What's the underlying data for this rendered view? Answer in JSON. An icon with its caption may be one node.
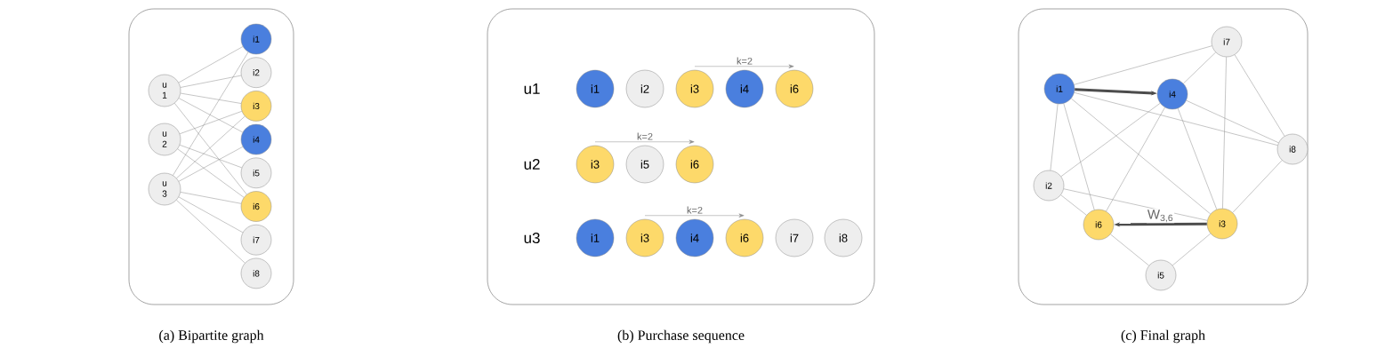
{
  "diagram": {
    "nodes": [
      {
        "text": [],
        "shape": "box",
        "beside": [
          "(a) Bipartite graph"
        ]
      },
      {
        "text": [
          "u 1"
        ],
        "in": 0
      },
      {
        "text": [
          "u 2"
        ],
        "in": 0
      },
      {
        "text": [
          "u 3"
        ],
        "in": 0
      },
      {
        "text": [
          "i1"
        ],
        "in": 0
      },
      {
        "text": [
          "i2"
        ],
        "in": 0
      },
      {
        "text": [
          "i3"
        ],
        "in": 0
      },
      {
        "text": [
          "i4"
        ],
        "in": 0
      },
      {
        "text": [
          "i5"
        ],
        "in": 0
      },
      {
        "text": [
          "i6"
        ],
        "in": 0
      },
      {
        "text": [
          "i7"
        ],
        "in": 0
      },
      {
        "text": [
          "i8"
        ],
        "in": 0
      },
      {
        "text": [],
        "shape": "box",
        "beside": [
          "(b) Purchase sequence"
        ]
      },
      {
        "text": [
          "i1"
        ],
        "in": 12
      },
      {
        "text": [
          "i2"
        ],
        "in": 12
      },
      {
        "text": [
          "i3"
        ],
        "in": 12
      },
      {
        "text": [
          "i4"
        ],
        "in": 12
      },
      {
        "text": [
          "i6"
        ],
        "in": 12
      },
      {
        "text": [
          "i3"
        ],
        "in": 12
      },
      {
        "text": [
          "i5"
        ],
        "in": 12
      },
      {
        "text": [
          "i6"
        ],
        "in": 12
      },
      {
        "text": [
          "i1"
        ],
        "in": 12
      },
      {
        "text": [
          "i3"
        ],
        "in": 12
      },
      {
        "text": [
          "i4"
        ],
        "in": 12
      },
      {
        "text": [
          "i6"
        ],
        "in": 12
      },
      {
        "text": [
          "i7"
        ],
        "in": 12
      },
      {
        "text": [
          "i8"
        ],
        "in": 12
      },
      {
        "text": [],
        "shape": "box",
        "beside": [
          "(c) Final graph"
        ]
      },
      {
        "text": [
          "i7"
        ],
        "in": 27
      },
      {
        "text": [
          "i1"
        ],
        "in": 27
      },
      {
        "text": [
          "i4"
        ],
        "in": 27
      },
      {
        "text": [
          "i8"
        ],
        "in": 27
      },
      {
        "text": [
          "i2"
        ],
        "in": 27
      },
      {
        "text": [
          "i6"
        ],
        "in": 27
      },
      {
        "text": [
          "i3"
        ],
        "in": 27
      },
      {
        "text": [
          "i5"
        ],
        "in": 27
      }
    ],
    "edges": [
      {
        "from": 1,
        "to": 4,
        "arrow": "none"
      },
      {
        "from": 1,
        "to": 5,
        "arrow": "none"
      },
      {
        "from": 1,
        "to": 6,
        "arrow": "none"
      },
      {
        "from": 1,
        "to": 7,
        "arrow": "none"
      },
      {
        "from": 1,
        "to": 9,
        "arrow": "none"
      },
      {
        "from": 2,
        "to": 6,
        "arrow": "none"
      },
      {
        "from": 2,
        "to": 8,
        "arrow": "none"
      },
      {
        "from": 2,
        "to": 9,
        "arrow": "none"
      },
      {
        "from": 3,
        "to": 4,
        "arrow": "none"
      },
      {
        "from": 3,
        "to": 6,
        "arrow": "none"
      },
      {
        "from": 3,
        "to": 7,
        "arrow": "none"
      },
      {
        "from": 3,
        "to": 9,
        "arrow": "none"
      },
      {
        "from": 3,
        "to": 10,
        "arrow": "none"
      },
      {
        "from": 3,
        "to": 11,
        "arrow": "none"
      },
      {
        "from": 15,
        "to": 17,
        "arrow": "to",
        "label": "k=2"
      },
      {
        "from": 18,
        "to": 20,
        "arrow": "to",
        "label": "k=2"
      },
      {
        "from": 22,
        "to": 24,
        "arrow": "to",
        "label": "k=2"
      },
      {
        "from": 29,
        "to": 28,
        "arrow": "none"
      },
      {
        "from": 29,
        "to": 30,
        "arrow": "to",
        "style": "thick"
      },
      {
        "from": 29,
        "to": 31,
        "arrow": "none"
      },
      {
        "from": 29,
        "to": 32,
        "arrow": "none"
      },
      {
        "from": 29,
        "to": 33,
        "arrow": "none"
      },
      {
        "from": 29,
        "to": 34,
        "arrow": "none"
      },
      {
        "from": 30,
        "to": 28,
        "arrow": "none"
      },
      {
        "from": 30,
        "to": 31,
        "arrow": "none"
      },
      {
        "from": 30,
        "to": 32,
        "arrow": "none"
      },
      {
        "from": 30,
        "to": 33,
        "arrow": "none"
      },
      {
        "from": 30,
        "to": 34,
        "arrow": "none"
      },
      {
        "from": 28,
        "to": 31,
        "arrow": "none"
      },
      {
        "from": 28,
        "to": 34,
        "arrow": "none"
      },
      {
        "from": 31,
        "to": 34,
        "arrow": "none"
      },
      {
        "from": 32,
        "to": 33,
        "arrow": "none"
      },
      {
        "from": 32,
        "to": 34,
        "arrow": "none"
      },
      {
        "from": 34,
        "to": 33,
        "arrow": "to",
        "style": "thick",
        "label": "W$_{3,6}$"
      },
      {
        "from": 34,
        "to": 35,
        "arrow": "none"
      },
      {
        "from": 33,
        "to": 35,
        "arrow": "none"
      }
    ],
    "labels": [
      "u1",
      "u2",
      "u3"
    ]
  }
}
